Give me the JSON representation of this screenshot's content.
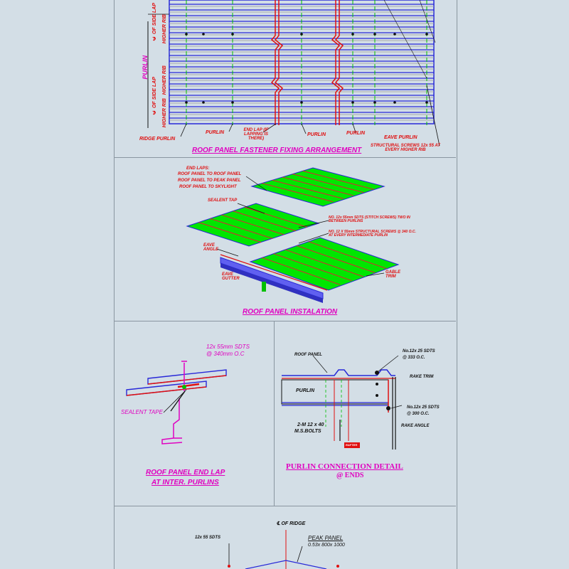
{
  "panel1": {
    "left_labels": [
      "℄ OF SIDE LAP",
      "HIGHER RIB",
      "PURLIN",
      "HIGHER RIB",
      "℄ OF SIDE LAP",
      "HIGHER RIB"
    ],
    "bottom_labels": [
      "RIDGE PURLIN",
      "PURLIN",
      "END LAP (IF LAPPING IS THERE)",
      "PURLIN",
      "PURLIN",
      "EAVE PURLIN",
      "STRUCTURAL SCREWS 12x 55 AT EVERY HIGHER RIB"
    ],
    "title": "ROOF PANEL FASTENER FIXING ARRANGEMENT"
  },
  "panel2": {
    "labels": [
      "END LAPS:",
      "ROOF PANEL TO ROOF PANEL",
      "ROOF PANEL TO PEAK PANEL",
      "ROOF PANEL TO SKYLIGHT",
      "SEALENT TAP",
      "NO. 12x 55mm SDTS (STITCH SCREWS) TWO IN BETWEEN PURLINS",
      "NO. 12 X 55mm STRUCTURAL SCREWS @ 340 O.C. AT EVERY INTERMEDIATE PURLIN",
      "EAVE ANGLE",
      "EAVE GUTTER",
      "GABLE TRIM"
    ],
    "title": "ROOF PANEL INSTALATION"
  },
  "panel3": {
    "labels": [
      "12x 55mm SDTS",
      "@ 340mm O.C",
      "SEALENT TAPE"
    ],
    "title_line1": "ROOF PANEL END LAP",
    "title_line2": "AT INTER. PURLINS"
  },
  "panel4": {
    "labels": [
      "ROOF PANEL",
      "No.12x 25 SDTS",
      "@ 333 O.C.",
      "RAKE TRIM",
      "PURLIN",
      "No.12x 25 SDTS",
      "@ 300 O.C.",
      "RAKE ANGLE",
      "2-M 12 x 40",
      "M.S.BOLTS",
      "RAFTER"
    ],
    "title_line1": "PURLIN CONNECTION DETAIL",
    "title_line2": "@ ENDS"
  },
  "panel5": {
    "labels": [
      "℄ OF RIDGE",
      "12x 55 SDTS",
      "PEAK PANEL",
      "0.53x 800x 1000"
    ]
  },
  "colors": {
    "red": "#e01010",
    "magenta": "#e000c0",
    "blue": "#2828d8",
    "green": "#00e600",
    "background": "#d3dee6"
  }
}
